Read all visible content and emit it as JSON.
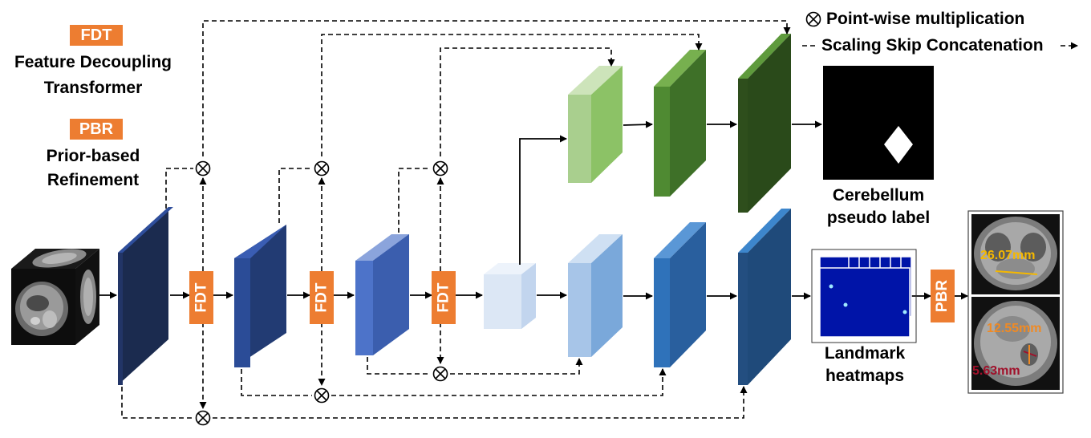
{
  "legend": {
    "fdt_tag": "FDT",
    "fdt_desc_line1": "Feature Decoupling",
    "fdt_desc_line2": "Transformer",
    "pbr_tag": "PBR",
    "pbr_desc_line1": "Prior-based",
    "pbr_desc_line2": "Refinement",
    "pointwise": "Point-wise multiplication",
    "scaling_skip": "Scaling Skip Concatenation"
  },
  "blocks": {
    "fdt": "FDT",
    "pbr": "PBR"
  },
  "outputs": {
    "cerebellum_line1": "Cerebellum",
    "cerebellum_line2": "pseudo label",
    "landmark_line1": "Landmark",
    "landmark_line2": "heatmaps"
  },
  "measurements": {
    "m1": "26.07mm",
    "m2": "12.55mm",
    "m3": "5.63mm"
  },
  "colors": {
    "orange": "#ED7D31",
    "measure_yellow": "#F5B800",
    "measure_orange": "#F08A24",
    "measure_red": "#A0102A"
  }
}
